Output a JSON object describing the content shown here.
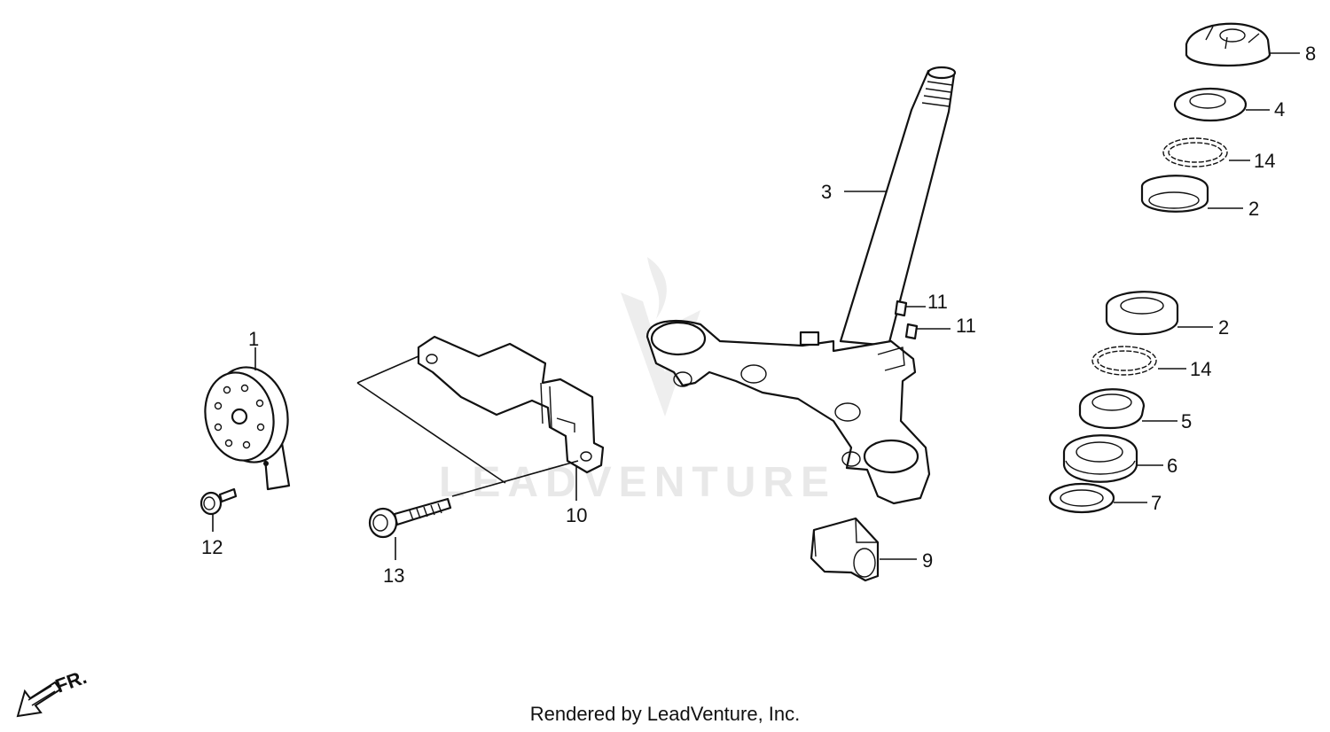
{
  "watermark": "LEADVENTURE",
  "footer": "Rendered by LeadVenture, Inc.",
  "front_indicator": "FR.",
  "callouts": {
    "c1": "1",
    "c2a": "2",
    "c2b": "2",
    "c3": "3",
    "c4": "4",
    "c5": "5",
    "c6": "6",
    "c7": "7",
    "c8": "8",
    "c9": "9",
    "c10": "10",
    "c11a": "11",
    "c11b": "11",
    "c12": "12",
    "c13": "13",
    "c14a": "14",
    "c14b": "14"
  }
}
